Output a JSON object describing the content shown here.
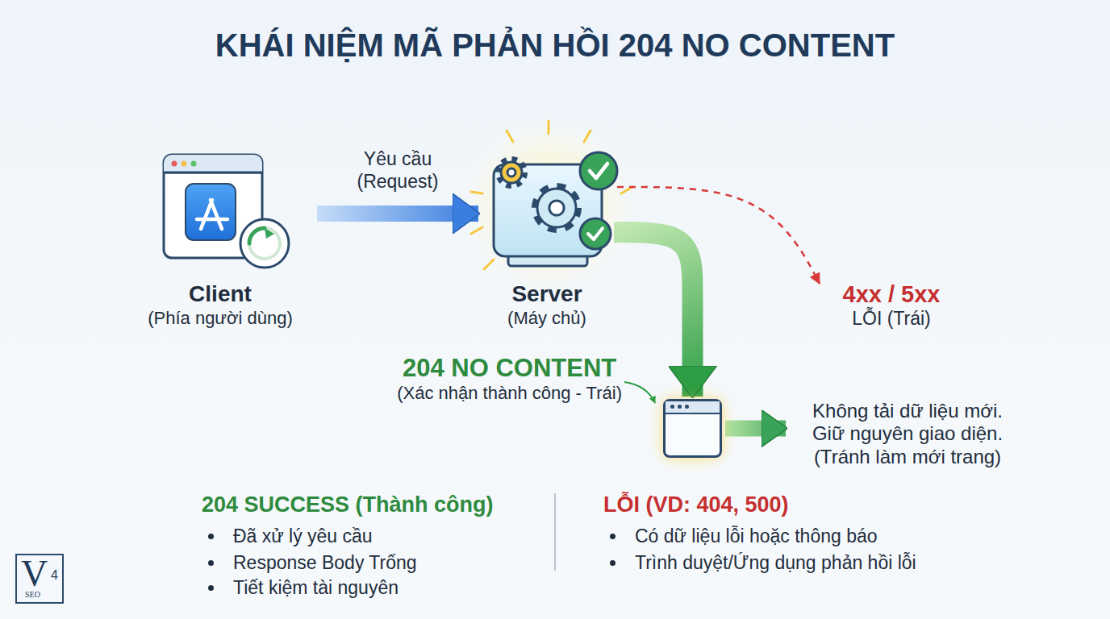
{
  "diagram": {
    "title": "KHÁI NIỆM MÃ PHẢN HỒI 204 NO CONTENT",
    "nodes": [
      {
        "text": [
          "Client",
          "(Phía người dùng)"
        ]
      },
      {
        "text": [
          "Server",
          "(Máy chủ)"
        ]
      },
      {
        "text": [
          "4xx / 5xx",
          "LỖI (Trái)"
        ]
      },
      {
        "text": [
          "204 NO CONTENT",
          "(Xác nhận thành công - Trái)"
        ]
      },
      {
        "text": [
          "Không tải dữ liệu mới.",
          "Giữ nguyên giao diện.",
          "(Tránh làm mới trang)"
        ]
      }
    ],
    "edges": [
      {
        "from": 0,
        "to": 1,
        "label": "Yêu cầu (Request)",
        "arrow": "to"
      },
      {
        "from": 1,
        "to": 2,
        "arrow": "to"
      },
      {
        "from": 1,
        "to": 3,
        "arrow": "to"
      },
      {
        "from": 3,
        "to": 4,
        "arrow": "to"
      }
    ],
    "labels": [
      "204 SUCCESS (Thành công)",
      "Đã xử lý yêu cầu",
      "Response Body Trống",
      "Tiết kiệm tài nguyên",
      "LỖI (VD: 404, 500)",
      "Có dữ liệu lỗi hoặc thông báo",
      "Trình duyệt/Ứng dụng phản hồi lỗi",
      "V",
      "4",
      "SEO"
    ]
  }
}
